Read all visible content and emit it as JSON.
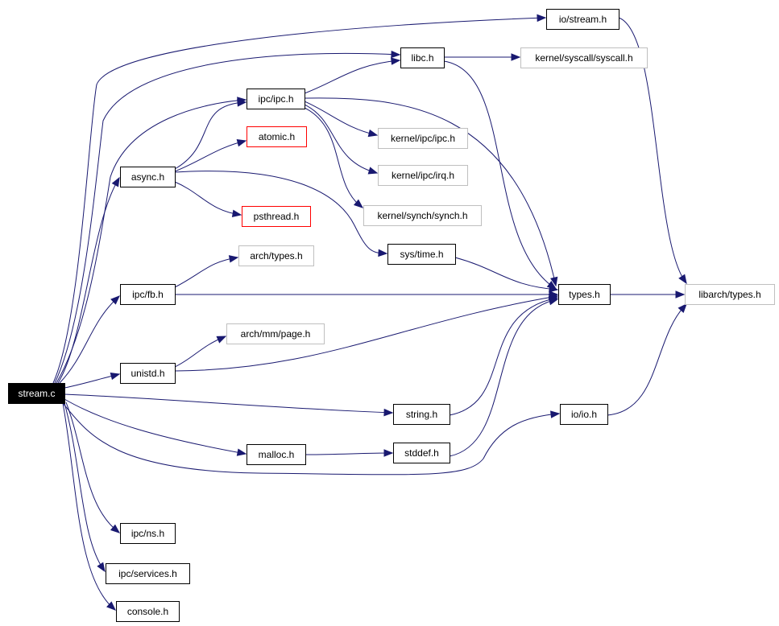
{
  "diagram": {
    "colors": {
      "edge": "#191970",
      "root_fill": "#000000",
      "root_text": "#ffffff",
      "normal_border": "#000000",
      "missing_border": "#bfbfbf",
      "truncated_border": "#ff0000",
      "text": "#000000"
    },
    "nodes": [
      {
        "id": "stream_c",
        "label": "stream.c",
        "style": "root"
      },
      {
        "id": "io_stream_h",
        "label": "io/stream.h",
        "style": "normal"
      },
      {
        "id": "libc_h",
        "label": "libc.h",
        "style": "normal"
      },
      {
        "id": "kernel_syscall_h",
        "label": "kernel/syscall/syscall.h",
        "style": "missing"
      },
      {
        "id": "ipc_ipc_h",
        "label": "ipc/ipc.h",
        "style": "normal"
      },
      {
        "id": "atomic_h",
        "label": "atomic.h",
        "style": "truncated"
      },
      {
        "id": "kernel_ipc_ipc_h",
        "label": "kernel/ipc/ipc.h",
        "style": "missing"
      },
      {
        "id": "kernel_ipc_irq_h",
        "label": "kernel/ipc/irq.h",
        "style": "missing"
      },
      {
        "id": "async_h",
        "label": "async.h",
        "style": "normal"
      },
      {
        "id": "kernel_synch_h",
        "label": "kernel/synch/synch.h",
        "style": "missing"
      },
      {
        "id": "psthread_h",
        "label": "psthread.h",
        "style": "truncated"
      },
      {
        "id": "sys_time_h",
        "label": "sys/time.h",
        "style": "normal"
      },
      {
        "id": "arch_types_h",
        "label": "arch/types.h",
        "style": "missing"
      },
      {
        "id": "ipc_fb_h",
        "label": "ipc/fb.h",
        "style": "normal"
      },
      {
        "id": "types_h",
        "label": "types.h",
        "style": "normal"
      },
      {
        "id": "libarch_types_h",
        "label": "libarch/types.h",
        "style": "missing"
      },
      {
        "id": "arch_mm_page_h",
        "label": "arch/mm/page.h",
        "style": "missing"
      },
      {
        "id": "unistd_h",
        "label": "unistd.h",
        "style": "normal"
      },
      {
        "id": "string_h",
        "label": "string.h",
        "style": "normal"
      },
      {
        "id": "io_io_h",
        "label": "io/io.h",
        "style": "normal"
      },
      {
        "id": "malloc_h",
        "label": "malloc.h",
        "style": "normal"
      },
      {
        "id": "stddef_h",
        "label": "stddef.h",
        "style": "normal"
      },
      {
        "id": "ipc_ns_h",
        "label": "ipc/ns.h",
        "style": "normal"
      },
      {
        "id": "ipc_services_h",
        "label": "ipc/services.h",
        "style": "normal"
      },
      {
        "id": "console_h",
        "label": "console.h",
        "style": "normal"
      }
    ],
    "edges": [
      {
        "from": "stream_c",
        "to": "io_stream_h"
      },
      {
        "from": "stream_c",
        "to": "libc_h"
      },
      {
        "from": "stream_c",
        "to": "ipc_ipc_h"
      },
      {
        "from": "stream_c",
        "to": "async_h"
      },
      {
        "from": "stream_c",
        "to": "ipc_fb_h"
      },
      {
        "from": "stream_c",
        "to": "unistd_h"
      },
      {
        "from": "stream_c",
        "to": "string_h"
      },
      {
        "from": "stream_c",
        "to": "malloc_h"
      },
      {
        "from": "stream_c",
        "to": "io_io_h"
      },
      {
        "from": "stream_c",
        "to": "ipc_ns_h"
      },
      {
        "from": "stream_c",
        "to": "ipc_services_h"
      },
      {
        "from": "stream_c",
        "to": "console_h"
      },
      {
        "from": "io_stream_h",
        "to": "libarch_types_h"
      },
      {
        "from": "libc_h",
        "to": "kernel_syscall_h"
      },
      {
        "from": "libc_h",
        "to": "types_h"
      },
      {
        "from": "ipc_ipc_h",
        "to": "libc_h"
      },
      {
        "from": "ipc_ipc_h",
        "to": "kernel_ipc_ipc_h"
      },
      {
        "from": "ipc_ipc_h",
        "to": "kernel_ipc_irq_h"
      },
      {
        "from": "ipc_ipc_h",
        "to": "kernel_synch_h"
      },
      {
        "from": "ipc_ipc_h",
        "to": "types_h"
      },
      {
        "from": "async_h",
        "to": "ipc_ipc_h"
      },
      {
        "from": "async_h",
        "to": "atomic_h"
      },
      {
        "from": "async_h",
        "to": "psthread_h"
      },
      {
        "from": "async_h",
        "to": "sys_time_h"
      },
      {
        "from": "sys_time_h",
        "to": "types_h"
      },
      {
        "from": "ipc_fb_h",
        "to": "arch_types_h"
      },
      {
        "from": "ipc_fb_h",
        "to": "types_h"
      },
      {
        "from": "unistd_h",
        "to": "arch_mm_page_h"
      },
      {
        "from": "unistd_h",
        "to": "types_h"
      },
      {
        "from": "types_h",
        "to": "libarch_types_h"
      },
      {
        "from": "string_h",
        "to": "types_h"
      },
      {
        "from": "malloc_h",
        "to": "stddef_h"
      },
      {
        "from": "stddef_h",
        "to": "types_h"
      },
      {
        "from": "io_io_h",
        "to": "libarch_types_h"
      }
    ]
  }
}
